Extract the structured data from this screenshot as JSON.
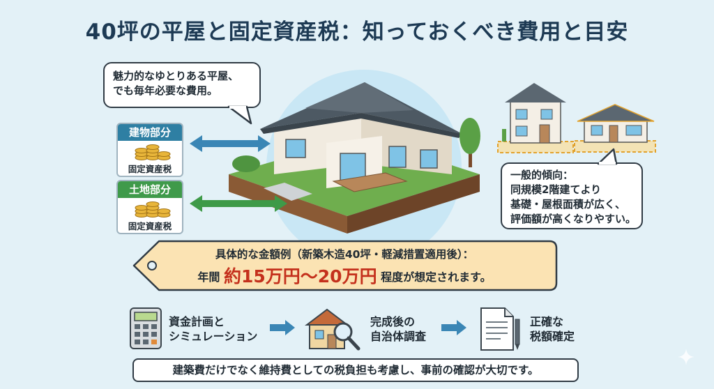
{
  "title": "40坪の平屋と固定資産税：知っておくべき費用と目安",
  "bubble_top": {
    "line1": "魅力的なゆとりある平屋、",
    "line2": "でも毎年必要な費用。"
  },
  "bubble_right": {
    "line1": "一般的傾向：",
    "line2": "同規模2階建てより",
    "line3": "基礎・屋根面積が広く、",
    "line4": "評価額が高くなりやすい。"
  },
  "cards": {
    "building": {
      "head": "建物部分",
      "label": "固定資産税"
    },
    "land": {
      "head": "土地部分",
      "label": "固定資産税"
    }
  },
  "price_tag": {
    "line1": "具体的な金額例（新築木造40坪・軽減措置適用後）：",
    "prefix": "年間",
    "amount": "約15万円〜20万円",
    "suffix": "程度が想定されます。"
  },
  "flow": {
    "step1": {
      "line1": "資金計画と",
      "line2": "シミュレーション",
      "icon": "calculator-icon"
    },
    "step2": {
      "line1": "完成後の",
      "line2": "自治体調査",
      "icon": "house-inspection-icon"
    },
    "step3": {
      "line1": "正確な",
      "line2": "税額確定",
      "icon": "document-icon"
    }
  },
  "footer": "建築費だけでなく維持費としての税負担も考慮し、事前の確認が大切です。",
  "colors": {
    "background": "#e3f1f7",
    "building_head": "#2e7fa3",
    "land_head": "#3f9a4a",
    "arrow_blue": "#3a86b5",
    "arrow_green": "#3e9a48",
    "tag_fill": "#fbe3b3",
    "amount_red": "#c4301c"
  }
}
